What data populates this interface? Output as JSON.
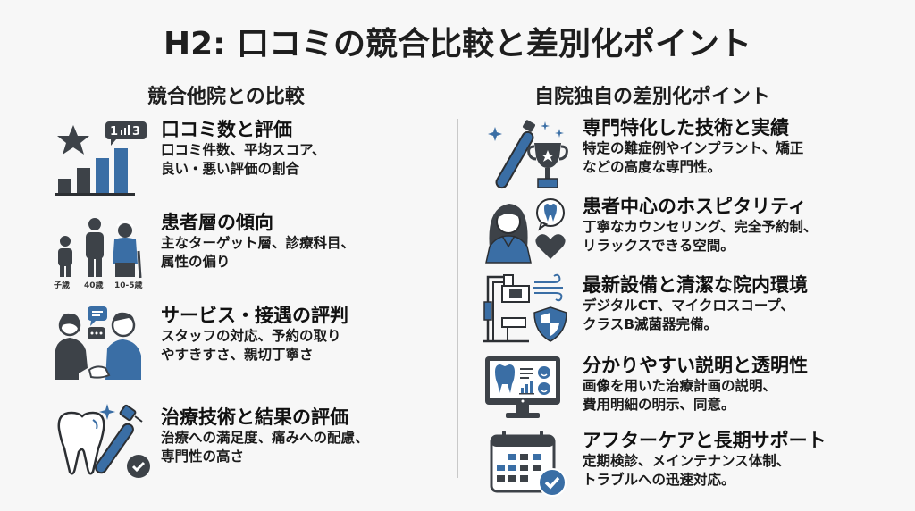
{
  "title": "H2: 口コミの競合比較と差別化ポイント",
  "colors": {
    "blue": "#3a6ea5",
    "dark": "#3d4248",
    "divider": "#c9c9c9",
    "background": "#f7f7f7"
  },
  "left": {
    "heading": "競合他院との比較",
    "items": [
      {
        "icon": "star-bar-chart-icon",
        "badge": "1 .ıl 3",
        "title": "口コミ数と評価",
        "line1": "口コミ件数、平均スコア、",
        "line2": "良い・悪い評価の割合"
      },
      {
        "icon": "patient-people-icon",
        "labels": [
          "子歳",
          "40歳",
          "10-5歳"
        ],
        "title": "患者層の傾向",
        "line1": "主なターゲット層、診療科目、",
        "line2": "属性の偏り"
      },
      {
        "icon": "handshake-staff-icon",
        "title": "サービス・接遇の評判",
        "line1": "スタッフの対応、予約の取り",
        "line2": "やすきすさ、親切丁寧さ"
      },
      {
        "icon": "tooth-drill-check-icon",
        "title": "治療技術と結果の評価",
        "line1": "治療への満足度、痛みへの配慮、",
        "line2": "専門性の高さ"
      }
    ]
  },
  "right": {
    "heading": "自院独自の差別化ポイント",
    "items": [
      {
        "icon": "drill-trophy-icon",
        "title": "専門特化した技術と実績",
        "line1": "特定の難症例やインプラント、矯正",
        "line2": "などの高度な専門性。"
      },
      {
        "icon": "woman-tooth-heart-icon",
        "title": "患者中心のホスピタリティ",
        "line1": "丁寧なカウンセリング、完全予約制、",
        "line2": "リラックスできる空間。"
      },
      {
        "icon": "ct-machine-shield-icon",
        "title": "最新設備と清潔な院内環境",
        "line1": "デジタルCT、マイクロスコープ、",
        "line2": "クラスB滅菌器完備。"
      },
      {
        "icon": "monitor-tooth-icon",
        "title": "分かりやすい説明と透明性",
        "line1": "画像を用いた治療計画の説明、",
        "line2": "費用明細の明示、同意。"
      },
      {
        "icon": "calendar-check-icon",
        "title": "アフターケアと長期サポート",
        "line1": "定期検診、メインテナンス体制、",
        "line2": "トラブルへの迅速対応。"
      }
    ]
  }
}
